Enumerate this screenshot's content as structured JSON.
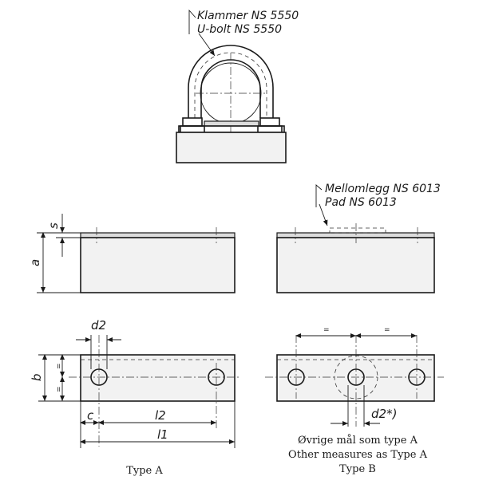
{
  "callouts": {
    "clamp_no": "Klammer NS 5550",
    "clamp_en": "U-bolt NS 5550",
    "pad_no": "Mellomlegg NS 6013",
    "pad_en": "Pad NS 6013"
  },
  "dimensions": {
    "s": "s",
    "a": "a",
    "b": "b",
    "d2": "d2",
    "d2_note": "d2*)",
    "c": "c",
    "l2": "l2",
    "l1": "l1",
    "equal": "="
  },
  "captions": {
    "type_a": "Type A",
    "type_b_note_no": "Øvrige mål som type A",
    "type_b_note_en": "Other measures as Type A",
    "type_b": "Type B"
  }
}
